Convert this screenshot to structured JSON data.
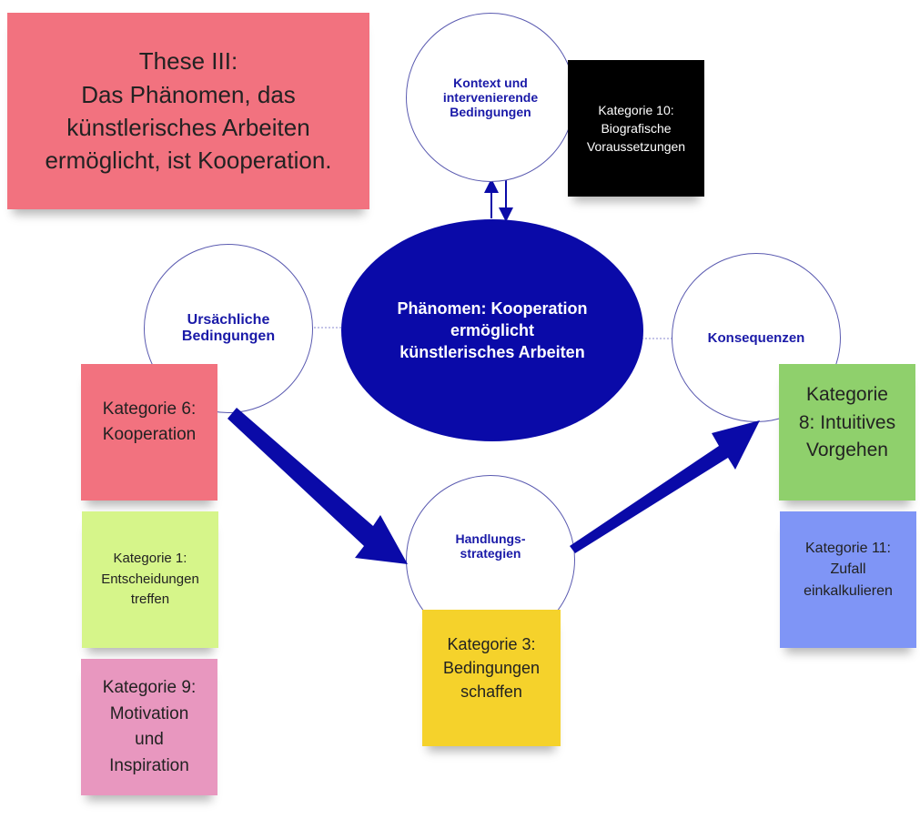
{
  "thesis": "These III:\nDas Phänomen, das\nkünstlerisches Arbeiten\nermöglicht, ist Kooperation.",
  "circles": {
    "kontext": "Kontext und\nintervenierende\nBedingungen",
    "ursaechlich": "Ursächliche\nBedingungen",
    "konsequenzen": "Konsequenzen",
    "handlung": "Handlungs-\nstrategien"
  },
  "phenomenon": "Phänomen: Kooperation\nermöglicht\nkünstlerisches Arbeiten",
  "notes": {
    "kat10": "Kategorie 10:\nBiografische\nVoraussetzungen",
    "kat6": "Kategorie 6:\nKooperation",
    "kat1": "Kategorie 1:\nEntscheidungen\ntreffen",
    "kat9": "Kategorie 9:\nMotivation\nund\nInspiration",
    "kat3": "Kategorie 3:\nBedingungen\nschaffen",
    "kat8": "Kategorie\n8: Intuitives\nVorgehen",
    "kat11": "Kategorie 11:\nZufall\neinkalkulieren"
  },
  "colors": {
    "accent_blue": "#0a0aa8",
    "pink": "#f2727f",
    "black": "#000000",
    "lime": "#d6f58a",
    "magenta": "#e897bf",
    "yellow": "#f5d22b",
    "green": "#8fd06c",
    "blue": "#7f95f6"
  }
}
